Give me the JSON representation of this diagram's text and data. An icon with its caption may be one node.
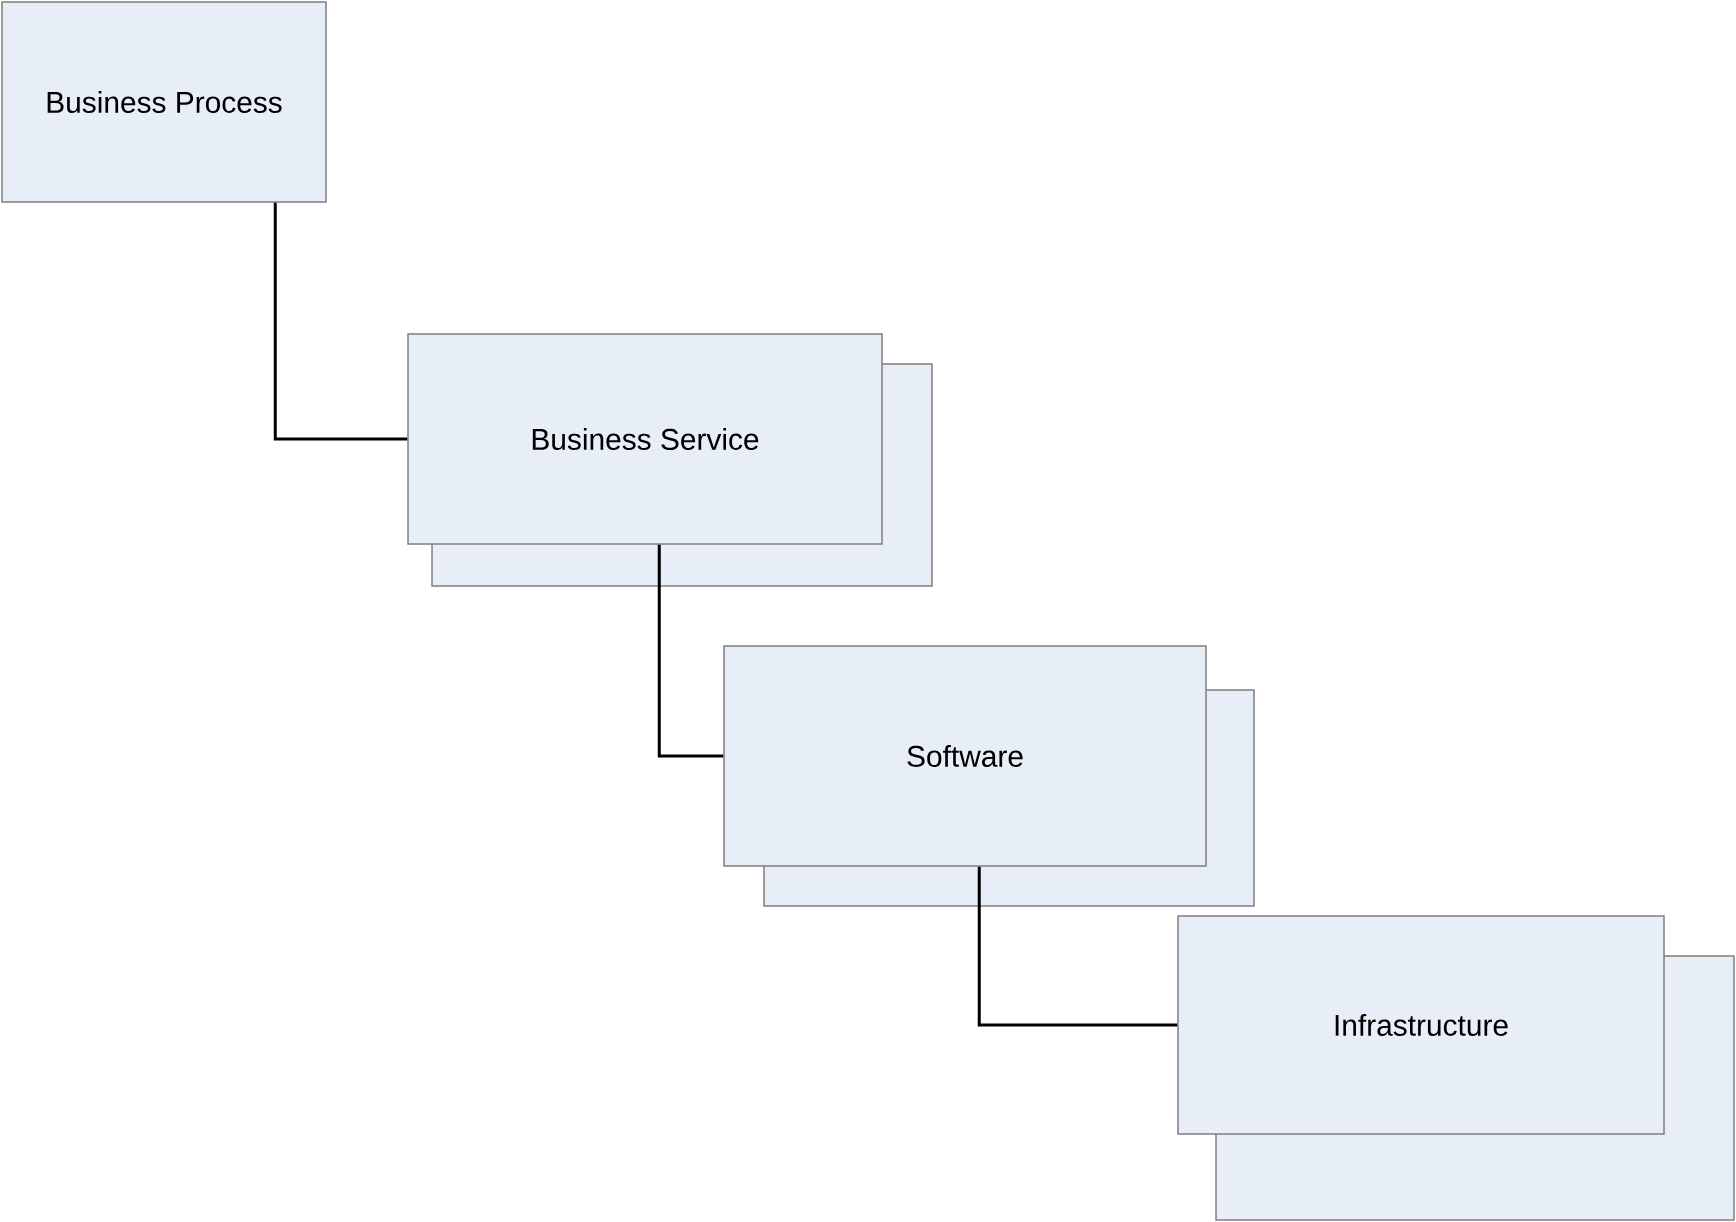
{
  "diagram": {
    "nodes": [
      {
        "text": [
          "Business Process"
        ]
      },
      {
        "text": [
          "Business Service"
        ]
      },
      {
        "text": [
          "Software"
        ]
      },
      {
        "text": [
          "Infrastructure"
        ]
      }
    ],
    "edges": [
      {
        "from": 0,
        "to": 1,
        "arrow": "none"
      },
      {
        "from": 1,
        "to": 2,
        "arrow": "none"
      },
      {
        "from": 2,
        "to": 3,
        "arrow": "none"
      }
    ]
  }
}
